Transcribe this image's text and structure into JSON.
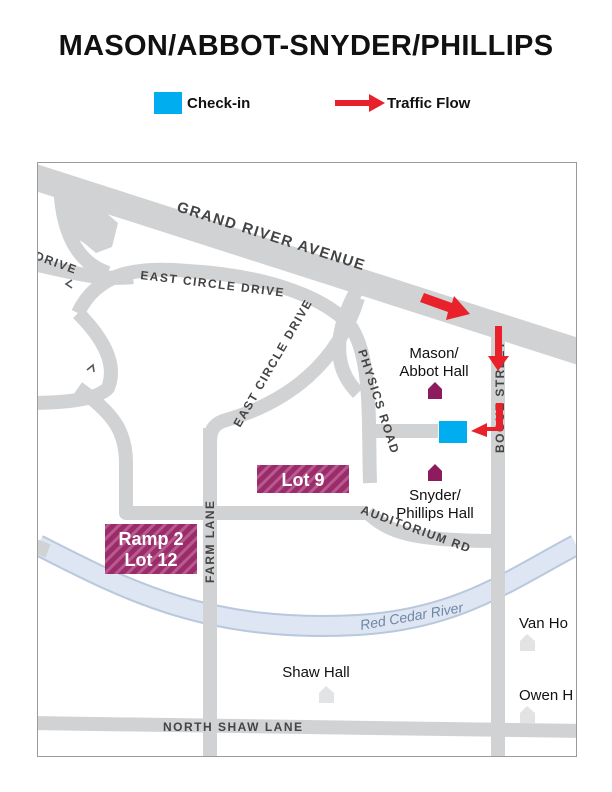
{
  "title": "MASON/ABBOT-SNYDER/PHILLIPS",
  "legend": {
    "checkin_label": "Check-in",
    "traffic_flow_label": "Traffic Flow"
  },
  "colors": {
    "checkin": "#00aeef",
    "traffic_arrow": "#e8212b",
    "road": "#d1d2d4",
    "building": "#8e1b5e",
    "lot": "#9b2c6a",
    "river": "#dde6f2",
    "river_edge": "#b9c8dc",
    "label": "#444444",
    "other_building": "#e2e3e5"
  },
  "roads": {
    "grand_river": "GRAND RIVER AVENUE",
    "east_circle_top": "EAST CIRCLE DRIVE",
    "east_circle_diag": "EAST CIRCLE DRIVE",
    "drive_fragment": "DRIVE",
    "physics": "PHYSICS ROAD",
    "farm": "FARM LANE",
    "auditorium": "AUDITORIUM RD",
    "bogue": "BOGUE STREET",
    "north_shaw": "NORTH SHAW LANE"
  },
  "places": {
    "mason_line1": "Mason/",
    "mason_line2": "Abbot Hall",
    "snyder_line1": "Snyder/",
    "snyder_line2": "Phillips Hall",
    "shaw": "Shaw Hall",
    "van_hoosen": "Van Ho",
    "owen": "Owen H"
  },
  "lots": {
    "lot9": "Lot 9",
    "ramp2_line1": "Ramp 2",
    "ramp2_line2": "Lot 12"
  },
  "river": "Red Cedar River",
  "icons": {
    "checkin": "checkin-square-icon",
    "traffic": "traffic-flow-arrow-icon",
    "hall": "house-icon",
    "direction": "direction-arrow-icon"
  }
}
